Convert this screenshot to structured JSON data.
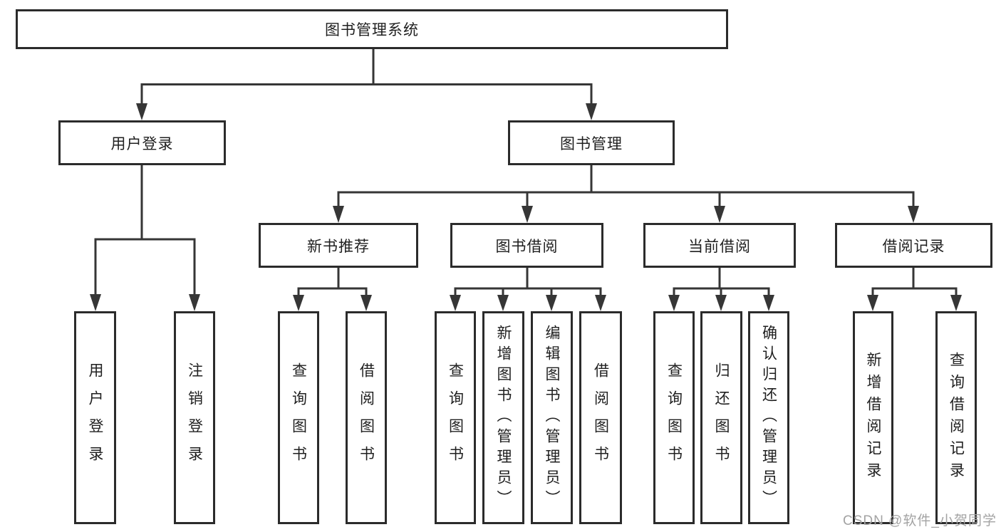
{
  "diagram": {
    "title": "图书管理系统",
    "level2": [
      {
        "label": "用户登录"
      },
      {
        "label": "图书管理"
      }
    ],
    "level3": [
      {
        "label": "新书推荐",
        "parent": "图书管理"
      },
      {
        "label": "图书借阅",
        "parent": "图书管理"
      },
      {
        "label": "当前借阅",
        "parent": "图书管理"
      },
      {
        "label": "借阅记录",
        "parent": "图书管理"
      }
    ],
    "leaves": [
      {
        "label": "用户登录",
        "parent": "用户登录"
      },
      {
        "label": "注销登录",
        "parent": "用户登录"
      },
      {
        "label": "查询图书",
        "parent": "新书推荐"
      },
      {
        "label": "借阅图书",
        "parent": "新书推荐"
      },
      {
        "label": "查询图书",
        "parent": "图书借阅"
      },
      {
        "label": "新增图书（管理员）",
        "parent": "图书借阅"
      },
      {
        "label": "编辑图书（管理员）",
        "parent": "图书借阅"
      },
      {
        "label": "借阅图书",
        "parent": "图书借阅"
      },
      {
        "label": "查询图书",
        "parent": "当前借阅"
      },
      {
        "label": "归还图书",
        "parent": "当前借阅"
      },
      {
        "label": "确认归还（管理员）",
        "parent": "当前借阅"
      },
      {
        "label": "新增借阅记录",
        "parent": "借阅记录"
      },
      {
        "label": "查询借阅记录",
        "parent": "借阅记录"
      }
    ]
  },
  "watermark": {
    "text": "CSDN @软件_小贺同学"
  },
  "colors": {
    "line": "#363636",
    "box_border": "#2b2b2b",
    "box_fill": "#ffffff",
    "text": "#1f1f1f",
    "background": "#ffffff",
    "watermark": "#a3a3a3"
  }
}
